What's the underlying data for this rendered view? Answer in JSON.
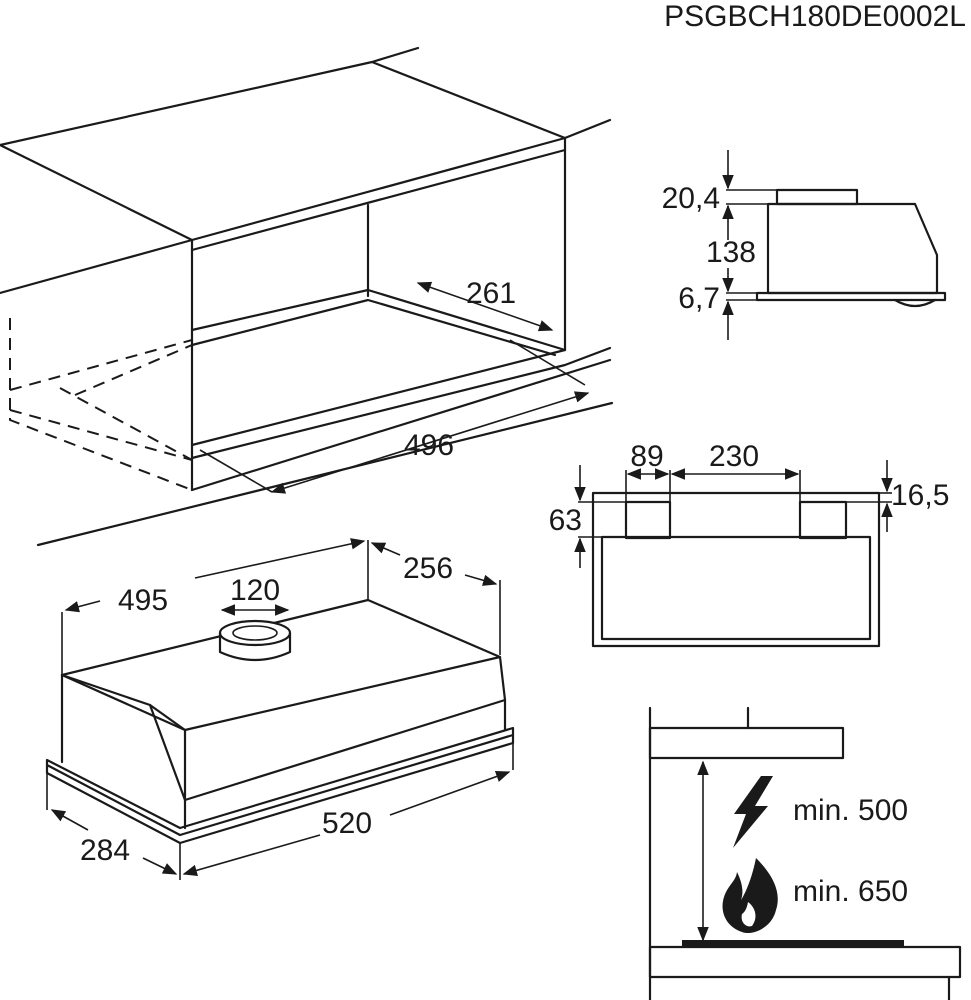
{
  "document": {
    "code": "PSGBCH180DE0002L"
  },
  "cabinet_view": {
    "depth_label": "261",
    "width_label": "496"
  },
  "side_view": {
    "top_label": "20,4",
    "body_label": "138",
    "bottom_label": "6,7"
  },
  "top_view": {
    "left_offset_label": "89",
    "spacing_label": "230",
    "depth_label": "63",
    "right_label": "16,5"
  },
  "hood_view": {
    "width_label": "495",
    "outlet_label": "120",
    "depth_label": "256",
    "front_width_label": "520",
    "side_depth_label": "284"
  },
  "clearance_view": {
    "electric_label": "min. 500",
    "gas_label": "min. 650",
    "icons": [
      "lightning-icon",
      "flame-icon"
    ]
  }
}
